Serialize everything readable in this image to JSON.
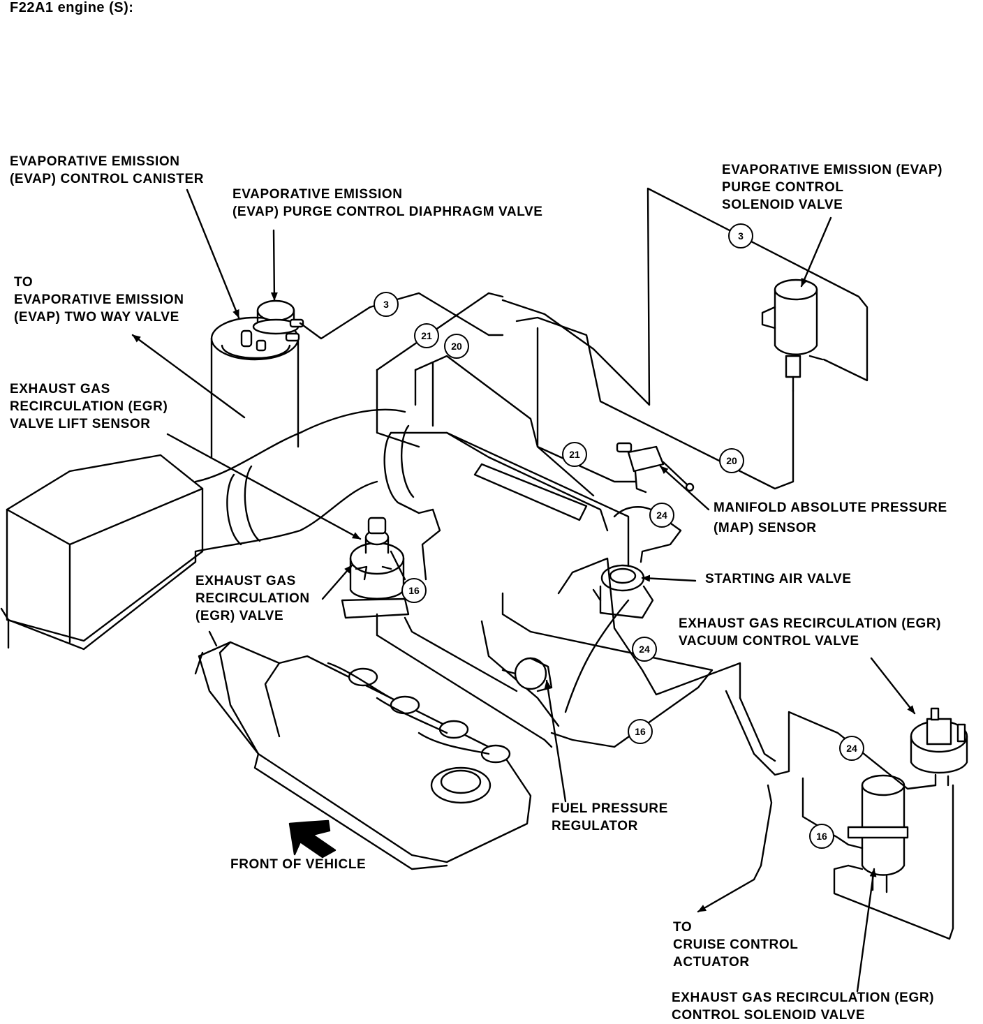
{
  "title": "F22A1 engine (S):",
  "labels": {
    "evap_canister": [
      "EVAPORATIVE EMISSION",
      "(EVAP) CONTROL CANISTER"
    ],
    "evap_diaphragm": [
      "EVAPORATIVE EMISSION",
      "(EVAP) PURGE CONTROL DIAPHRAGM VALVE"
    ],
    "evap_two_way": [
      "TO",
      "EVAPORATIVE EMISSION",
      "(EVAP) TWO WAY VALVE"
    ],
    "egr_lift_sensor": [
      "EXHAUST GAS",
      "RECIRCULATION (EGR)",
      "VALVE LIFT SENSOR"
    ],
    "egr_valve": [
      "EXHAUST GAS",
      "RECIRCULATION",
      "(EGR) VALVE"
    ],
    "evap_solenoid": [
      "EVAPORATIVE EMISSION (EVAP)",
      "PURGE CONTROL",
      "SOLENOID VALVE"
    ],
    "map_sensor": [
      "MANIFOLD ABSOLUTE PRESSURE",
      "(MAP) SENSOR"
    ],
    "starting_air": [
      "STARTING AIR VALVE"
    ],
    "egr_vacuum": [
      "EXHAUST GAS RECIRCULATION (EGR)",
      "VACUUM CONTROL VALVE"
    ],
    "fuel_regulator": [
      "FUEL PRESSURE",
      "REGULATOR"
    ],
    "front": [
      "FRONT OF VEHICLE"
    ],
    "cruise": [
      "TO",
      "CRUISE CONTROL",
      "ACTUATOR"
    ],
    "egr_solenoid": [
      "EXHAUST GAS RECIRCULATION (EGR)",
      "CONTROL SOLENOID VALVE"
    ]
  },
  "hose_numbers": [
    "3",
    "21",
    "20",
    "3",
    "21",
    "20",
    "24",
    "16",
    "24",
    "16",
    "24",
    "16"
  ]
}
